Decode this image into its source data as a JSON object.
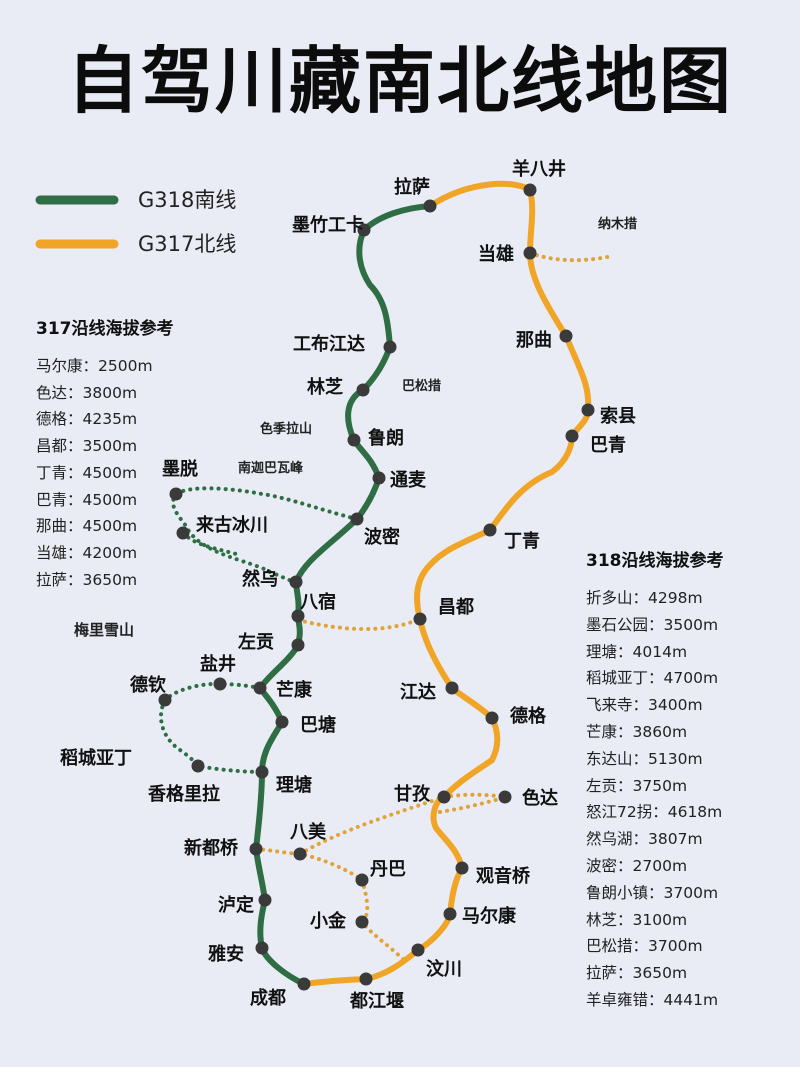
{
  "title": "自驾川藏南北线地图",
  "legend": [
    {
      "label": "G318南线",
      "color": "#2f6e45"
    },
    {
      "label": "G317北线",
      "color": "#f0a526"
    }
  ],
  "colors": {
    "south": "#2f6e45",
    "north": "#f0a526",
    "dotted": "#e0a33a",
    "dotted_green": "#2f6e45",
    "stop": "#3a3a3a"
  },
  "south_stops": [
    "成都",
    "雅安",
    "泸定",
    "新都桥",
    "理塘",
    "巴塘",
    "芒康",
    "左贡",
    "八宿",
    "然乌",
    "波密",
    "通麦",
    "鲁朗",
    "林芝",
    "工布江达",
    "墨竹工卡",
    "拉萨"
  ],
  "north_stops": [
    "都江堰",
    "汶川",
    "马尔康",
    "观音桥",
    "甘孜",
    "德格",
    "江达",
    "昌都",
    "丁青",
    "巴青",
    "索县",
    "那曲",
    "当雄",
    "羊八井"
  ],
  "branch_stops": [
    "八美",
    "丹巴",
    "小金",
    "色达",
    "德钦",
    "盐井",
    "香格里拉",
    "墨脱",
    "来古冰川"
  ],
  "places": [
    "纳木措",
    "巴松措",
    "色季拉山",
    "南迦巴瓦峰",
    "梅里雪山",
    "稻城亚丁"
  ],
  "alt317": {
    "title": "317沿线海拔参考",
    "rows": [
      "马尔康：2500m",
      "色达：3800m",
      "德格：4235m",
      "昌都：3500m",
      "丁青：4500m",
      "巴青：4500m",
      "那曲：4500m",
      "当雄：4200m",
      "拉萨：3650m"
    ]
  },
  "alt318": {
    "title": "318沿线海拔参考",
    "rows": [
      "折多山：4298m",
      "墨石公园：3500m",
      "理塘：4014m",
      "稻城亚丁：4700m",
      "飞来寺：3400m",
      "芒康：3860m",
      "东达山：5130m",
      "左贡：3750m",
      "怒江72拐：4618m",
      "然乌湖：3807m",
      "波密：2700m",
      "鲁朗小镇：3700m",
      "林芝：3100m",
      "巴松措：3700m",
      "拉萨：3650m",
      "羊卓雍错：4441m"
    ]
  }
}
